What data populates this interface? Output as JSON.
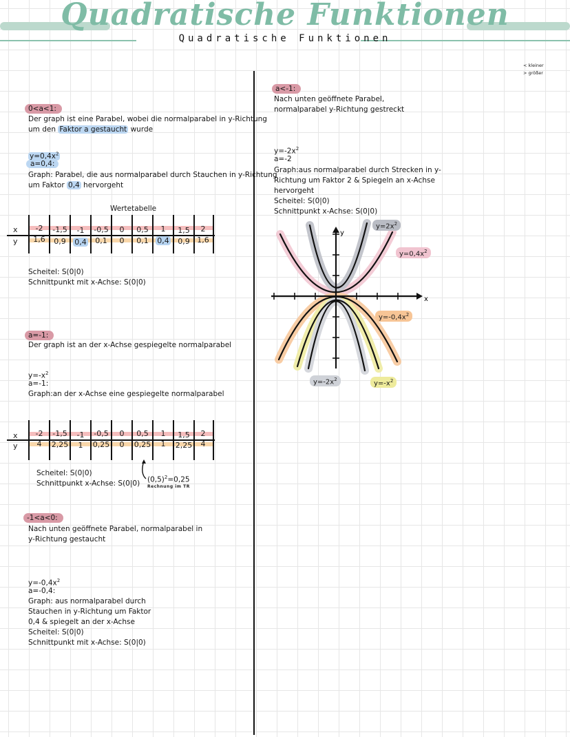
{
  "header": {
    "title_script": "Quadratische Funktionen",
    "subtitle": "Quadratische Funktionen"
  },
  "legend": {
    "less": "< kleiner",
    "greater": "> größer"
  },
  "left": {
    "section1": {
      "tag": "0<a<1:",
      "desc_line1": "Der graph ist eine Parabel, wobei die normalparabel in y-Richtung",
      "desc_line2_pre": "um den ",
      "desc_line2_hl": "Faktor a gestaucht",
      "desc_line2_post": " wurde",
      "equation": "y=0,4x",
      "equation_exp": "2",
      "a_value": "a=0,4:",
      "graph_line1": "Graph: Parabel, die aus normalparabel durch Stauchen in y-Richtung",
      "graph_line2_pre": "um Faktor ",
      "graph_line2_hl": "0,4",
      "graph_line2_post": " hervorgeht",
      "table_title": "Wertetabelle",
      "table": {
        "x_label": "x",
        "y_label": "y",
        "x": [
          "-2",
          "-1,5",
          "-1",
          "-0,5",
          "0",
          "0,5",
          "1",
          "1,5",
          "2"
        ],
        "y": [
          "1,6",
          "0,9",
          "0,4",
          "0,1",
          "0",
          "0,1",
          "0,4",
          "0,9",
          "1,6"
        ]
      },
      "vertex": "Scheitel: S(0|0)",
      "x_intercept": "Schnittpunkt mit x-Achse: S(0|0)"
    },
    "section2": {
      "tag": "a=-1:",
      "desc": "Der graph ist an der x-Achse gespiegelte normalparabel",
      "equation": "y=-x",
      "equation_exp": "2",
      "a_value": "a=-1:",
      "graph": "Graph:an der x-Achse eine gespiegelte normalparabel",
      "table": {
        "x_label": "x",
        "y_label": "y",
        "x": [
          "-2",
          "-1,5",
          "-1",
          "-0,5",
          "0",
          "0,5",
          "1",
          "1,5",
          "2"
        ],
        "y": [
          "4",
          "2,25",
          "1",
          "0,25",
          "0",
          "0,25",
          "1",
          "2,25",
          "4"
        ]
      },
      "vertex": "Scheitel: S(0|0)",
      "x_intercept": "Schnittpunkt x-Achse: S(0|0)",
      "note_calc": "(0,5)",
      "note_calc_exp": "2",
      "note_calc_result": "=0,25",
      "note_sub": "Rechnung im TR"
    },
    "section3": {
      "tag": "-1<a<0:",
      "desc_line1": "Nach unten geöffnete Parabel, normalparabel in",
      "desc_line2": "y-Richtung gestaucht",
      "equation": "y=-0,4x",
      "equation_exp": "2",
      "a_value": "a=-0,4:",
      "graph_line1": "Graph: aus normalparabel durch",
      "graph_line2": "Stauchen in y-Richtung um Faktor",
      "graph_line3": "0,4 & spiegelt an der x-Achse",
      "vertex": "Scheitel: S(0|0)",
      "x_intercept": "Schnittpunkt mit x-Achse: S(0|0)"
    }
  },
  "right": {
    "section4": {
      "tag": "a<-1:",
      "desc_line1": "Nach unten geöffnete Parabel,",
      "desc_line2": "normalparabel y-Richtung gestreckt",
      "equation": "y=-2x",
      "equation_exp": "2",
      "a_value": "a=-2",
      "graph_line1": "Graph:aus normalparabel durch Strecken in y-",
      "graph_line2": "Richtung um Faktor 2 & Spiegeln an x-Achse",
      "graph_line3": "hervorgeht",
      "vertex": "Scheitel: S(0|0)",
      "x_intercept": "Schnittpunkt x-Achse: S(0|0)"
    },
    "graph": {
      "x_axis_label": "x",
      "y_axis_label": "y",
      "curves": [
        {
          "label": "y=2x",
          "exp": "2",
          "color": "#b9bcc4"
        },
        {
          "label": "y=0,4x",
          "exp": "2",
          "color": "#f1c4d0"
        },
        {
          "label": "y=-0,4x",
          "exp": "2",
          "color": "#f7c596"
        },
        {
          "label": "y=-2x",
          "exp": "2",
          "color": "#cfd2d8"
        },
        {
          "label": "y=-x",
          "exp": "2",
          "color": "#eeeb9c"
        }
      ]
    }
  },
  "colors": {
    "accent_green": "#7fbca6",
    "tag_pink": "#d99aa6",
    "highlight_blue": "#bcd7f2",
    "band_red": "#f2a7a7",
    "band_orange": "#f7c98e"
  }
}
